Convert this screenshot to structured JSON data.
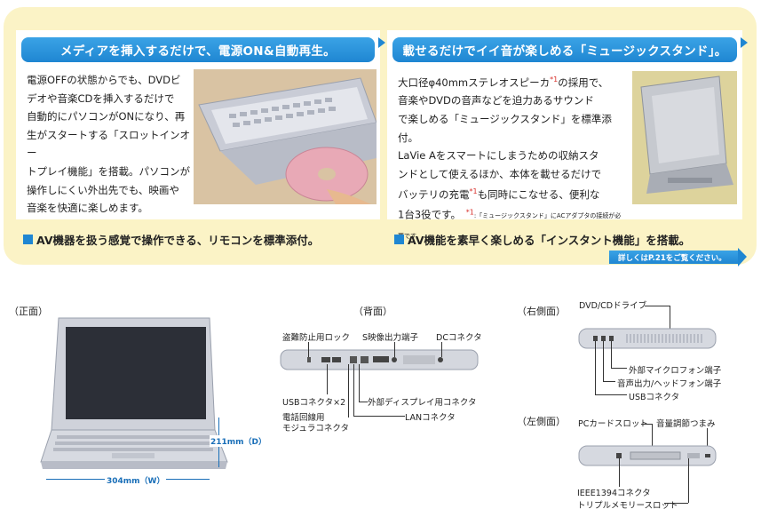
{
  "left_card": {
    "title": "メディアを挿入するだけで、電源ON&自動再生。",
    "lines": [
      "電源OFFの状態からでも、DVDビ",
      "デオや音楽CDを挿入するだけで",
      "自動的にパソコンがONになり、再",
      "生がスタートする「スロットインオー",
      "トプレイ機能」を搭載。パソコンが",
      "操作しにくい外出先でも、映画や",
      "音楽を快適に楽しめます。"
    ]
  },
  "right_card": {
    "title": "載せるだけでイイ音が楽しめる「ミュージックスタンド」。",
    "line1_a": "大口径φ40mmステレオスピーカ",
    "line1_mark": "*1",
    "line1_b": "の採用で、",
    "line2": "音楽やDVDの音声などを迫力あるサウンド",
    "line3": "で楽しめる「ミュージックスタンド」を標準添付。",
    "line4": "LaVie Aをスマートにしまうための収納スタ",
    "line5": "ンドとして使えるほか、本体を載せるだけで",
    "line6_a": "バッテリの充電",
    "line6_mark": "*1",
    "line6_b": "も同時にこなせる、便利な",
    "line7": "1台3役です。",
    "note_mark": "*1",
    "note": ":「ミュージックスタンド」にACアダプタの接続が必要です。"
  },
  "features": {
    "left": "AV機器を扱う感覚で操作できる、リモコンを標準添付。",
    "right": "AV機能を素早く楽しめる「インスタント機能」を搭載。",
    "more": "詳しくはP.21をご覧ください。"
  },
  "views": {
    "front": {
      "label": "（正面）",
      "width": "304mm（W）",
      "depth": "211mm（D）"
    },
    "back": {
      "label": "（背面）",
      "lock": "盗難防止用ロック",
      "svideo": "S映像出力端子",
      "dc": "DCコネクタ",
      "usb": "USBコネクタ×2",
      "display": "外部ディスプレイ用コネクタ",
      "modem_1": "電話回線用",
      "modem_2": "モジュラコネクタ",
      "lan": "LANコネクタ"
    },
    "right_side": {
      "label": "（右側面）",
      "drive": "DVD/CDドライブ",
      "mic": "外部マイクロフォン端子",
      "audio": "音声出力/ヘッドフォン端子",
      "usb": "USBコネクタ"
    },
    "left_side": {
      "label": "（左側面）",
      "pccard": "PCカードスロット",
      "volume": "音量調節つまみ",
      "ieee": "IEEE1394コネクタ",
      "memory": "トリプルメモリースロット"
    }
  },
  "colors": {
    "accent_blue": "#1f86d2",
    "panel_yellow": "#fbf3c6",
    "note_red": "#d8312c"
  }
}
